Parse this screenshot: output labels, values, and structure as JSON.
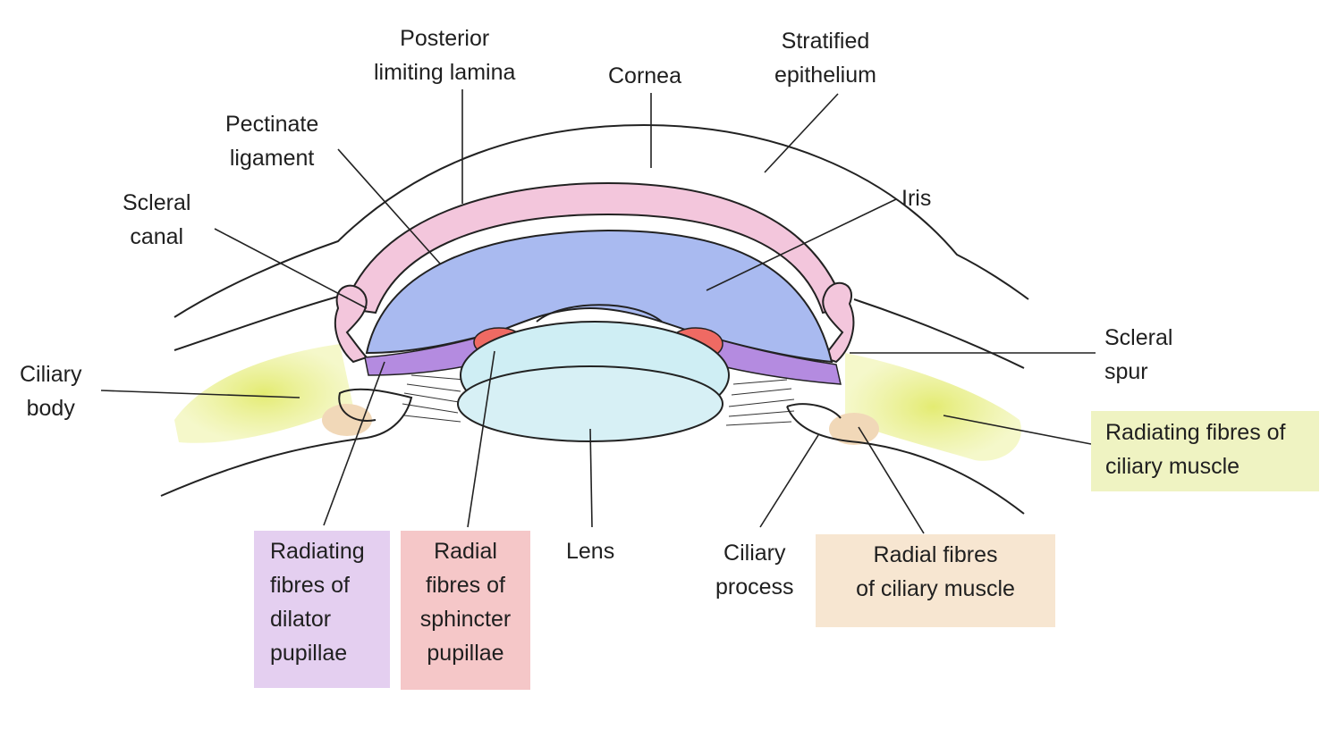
{
  "labels": {
    "posterior_limiting_lamina": [
      "Posterior",
      "limiting lamina"
    ],
    "cornea": [
      "Cornea"
    ],
    "stratified_epithelium": [
      "Stratified",
      "epithelium"
    ],
    "pectinate_ligament": [
      "Pectinate",
      "ligament"
    ],
    "scleral_canal": [
      "Scleral",
      "canal"
    ],
    "iris": [
      "Iris"
    ],
    "scleral_spur": [
      "Scleral",
      "spur"
    ],
    "ciliary_body": [
      "Ciliary",
      "body"
    ],
    "radiating_fibres_ciliary": [
      "Radiating fibres of",
      "ciliary muscle"
    ],
    "radiating_fibres_dilator": [
      "Radiating",
      "fibres of",
      "dilator",
      "pupillae"
    ],
    "radial_fibres_sphincter": [
      "Radial",
      "fibres of",
      "sphincter",
      "pupillae"
    ],
    "lens": [
      "Lens"
    ],
    "ciliary_process": [
      "Ciliary",
      "process"
    ],
    "radial_fibres_ciliary": [
      "Radial fibres",
      "of ciliary muscle"
    ]
  },
  "colors": {
    "cornea_inner": "#f3c6dc",
    "iris": "#a9baf0",
    "dilator": "#b48be0",
    "sphincter": "#ef6a63",
    "lens": "#cfeef4",
    "ciliary_radiating": "#e9ef86",
    "ciliary_radial": "#f4dcbf",
    "box_purple": "#e4cff0",
    "box_red": "#f5c7c8",
    "box_yellow": "#eff3c2",
    "box_beige": "#f7e6d1",
    "outline": "#222222"
  }
}
